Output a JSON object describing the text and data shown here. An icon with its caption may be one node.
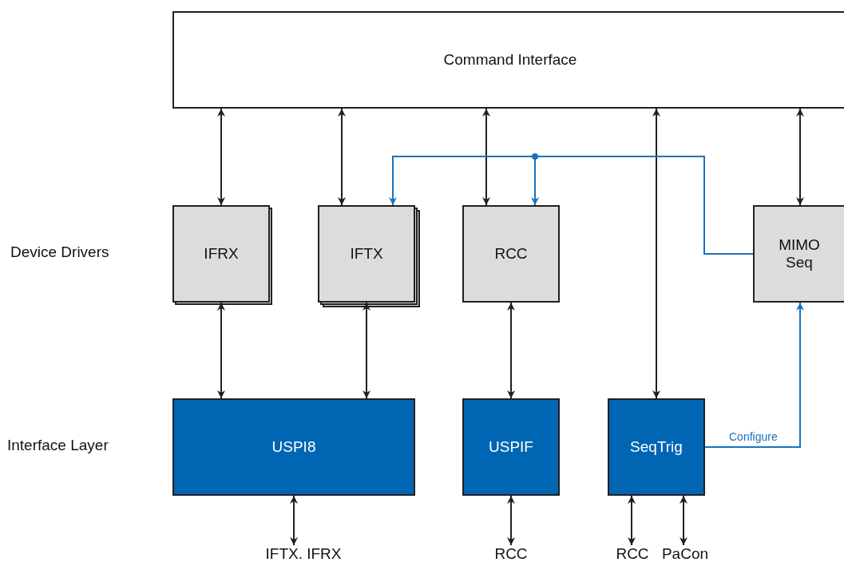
{
  "diagram": {
    "nodes": [
      {
        "text": [
          "Command Interface"
        ]
      },
      {
        "text": [
          "IFRX"
        ]
      },
      {
        "text": [
          "IFTX"
        ]
      },
      {
        "text": [
          "RCC"
        ]
      },
      {
        "text": [
          "MIMO Seq"
        ]
      },
      {
        "text": [
          "USPI8"
        ]
      },
      {
        "text": [
          "USPIF"
        ]
      },
      {
        "text": [
          "SeqTrig"
        ]
      },
      {
        "text": [
          "IFTX. IFRX"
        ]
      },
      {
        "text": [
          "RCC"
        ]
      },
      {
        "text": [
          "RCC"
        ]
      },
      {
        "text": [
          "PaCon"
        ]
      }
    ],
    "edges": [
      {
        "from": 0,
        "to": 1,
        "arrow": "both"
      },
      {
        "from": 0,
        "to": 2,
        "arrow": "both"
      },
      {
        "from": 0,
        "to": 3,
        "arrow": "both"
      },
      {
        "from": 0,
        "to": 7,
        "arrow": "both"
      },
      {
        "from": 0,
        "to": 4,
        "arrow": "both"
      },
      {
        "from": 4,
        "to": 2,
        "arrow": "to",
        "color": "#1a72bf"
      },
      {
        "from": 4,
        "to": 3,
        "arrow": "to",
        "color": "#1a72bf"
      },
      {
        "from": 1,
        "to": 5,
        "arrow": "both"
      },
      {
        "from": 2,
        "to": 5,
        "arrow": "both"
      },
      {
        "from": 3,
        "to": 6,
        "arrow": "both"
      },
      {
        "from": 7,
        "to": 4,
        "arrow": "to",
        "label": "Configure",
        "color": "#1a72bf"
      },
      {
        "from": 5,
        "to": 8,
        "arrow": "both"
      },
      {
        "from": 6,
        "to": 9,
        "arrow": "both"
      },
      {
        "from": 7,
        "to": 10,
        "arrow": "both"
      },
      {
        "from": 7,
        "to": 11,
        "arrow": "both"
      }
    ],
    "labels": [
      "Device Drivers",
      "Interface Layer"
    ]
  }
}
